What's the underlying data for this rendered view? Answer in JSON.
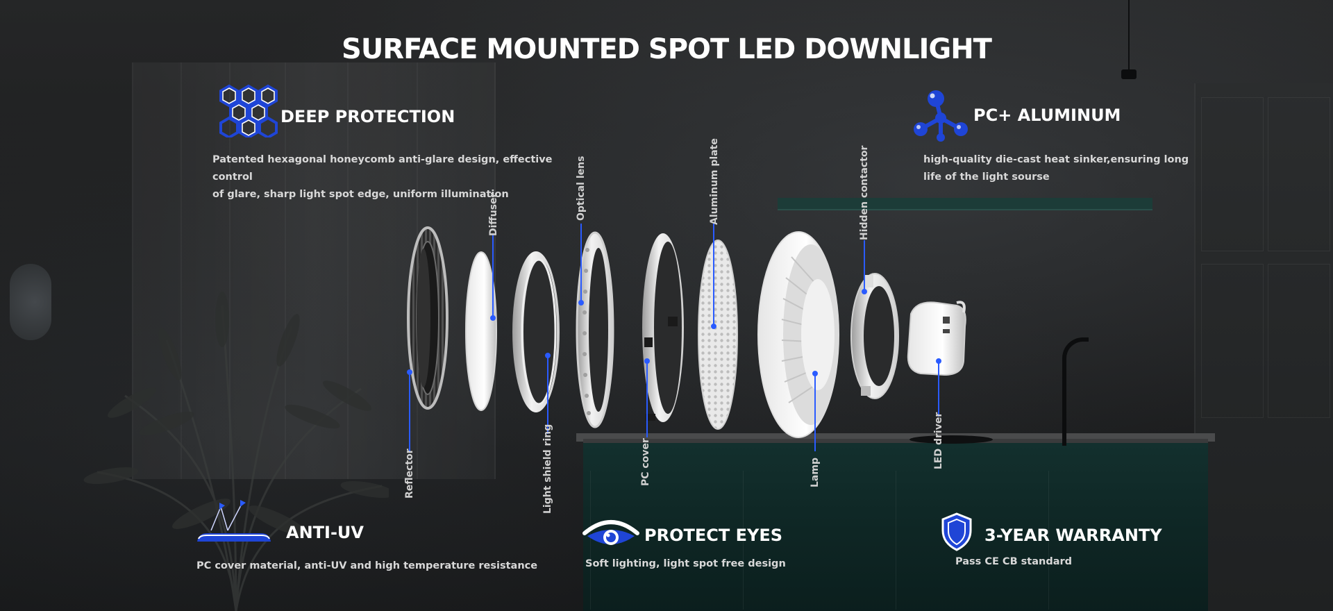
{
  "headline": "SURFACE MOUNTED SPOT LED DOWNLIGHT",
  "colors": {
    "accent_blue": "#1f45d6",
    "leader_blue": "#2a5bff",
    "text_white": "#ffffff",
    "text_light": "#d8d8d8"
  },
  "features": {
    "deep_protection": {
      "icon": "honeycomb-icon",
      "title": "DEEP PROTECTION",
      "desc_line1": "Patented hexagonal honeycomb anti-glare design, effective control",
      "desc_line2": "of glare, sharp light spot edge, uniform illumination"
    },
    "pc_aluminum": {
      "icon": "molecule-icon",
      "title": "PC+ ALUMINUM",
      "desc_line1": "high-quality die-cast heat sinker,ensuring long",
      "desc_line2": "life of the light sourse"
    },
    "anti_uv": {
      "icon": "uv-reflect-icon",
      "title": "ANTI-UV",
      "desc": "PC cover material, anti-UV and high temperature resistance"
    },
    "protect_eyes": {
      "icon": "eye-icon",
      "title": "PROTECT EYES",
      "desc": "Soft lighting, light spot free design"
    },
    "warranty": {
      "icon": "shield-icon",
      "title": "3-YEAR WARRANTY",
      "desc": "Pass CE CB standard"
    }
  },
  "parts": {
    "reflector": "Reflector",
    "diffuser": "Diffuser",
    "light_shield_ring": "Light shield ring",
    "optical_lens": "Optical lens",
    "pc_cover": "PC cover",
    "aluminum_plate": "Aluminum plate",
    "lamp": "Lamp",
    "hidden_contactor": "Hidden contactor",
    "led_driver": "LED driver"
  }
}
